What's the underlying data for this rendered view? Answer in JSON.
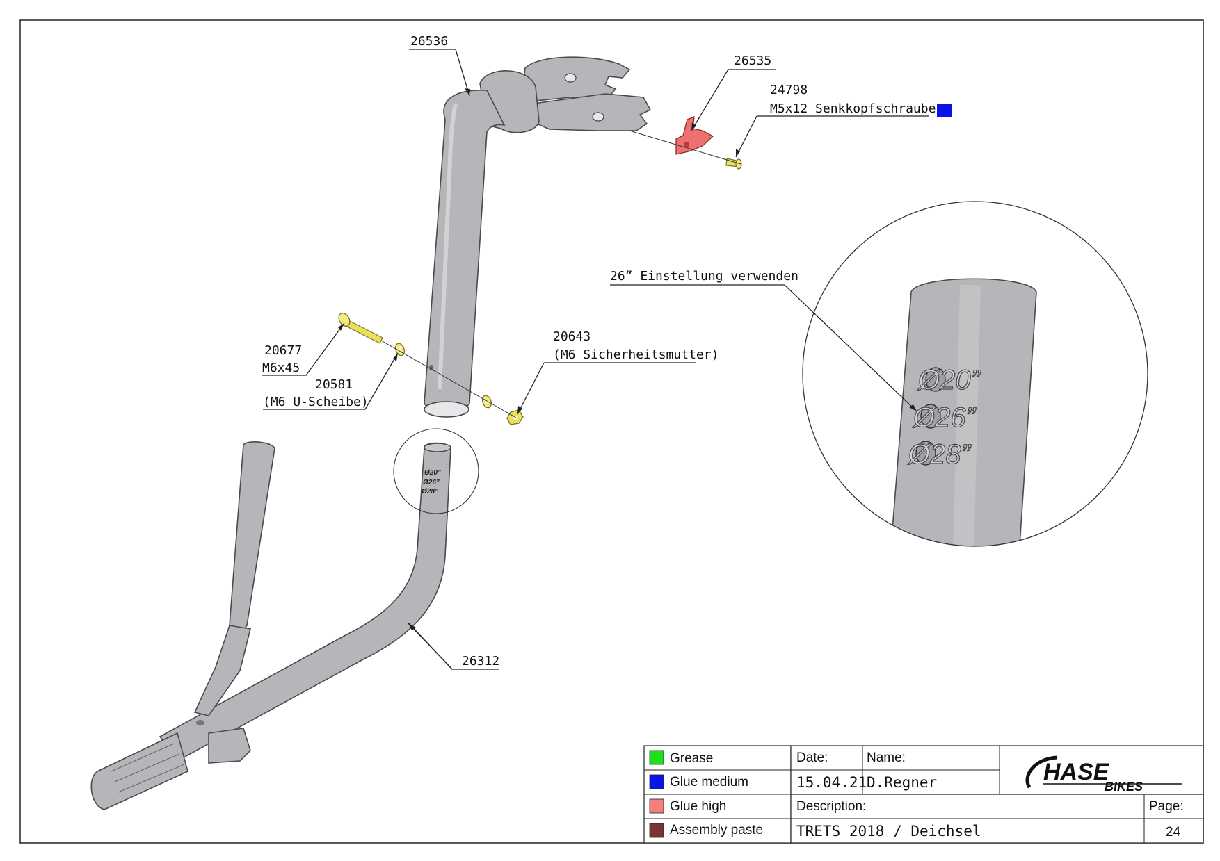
{
  "parts": {
    "p26536": "26536",
    "p26535": "26535",
    "p24798": "24798",
    "p24798_desc": "M5x12 Senkkopfschraube",
    "p20677": "20677",
    "p20677_desc": "M6x45",
    "p20581": "20581",
    "p20581_desc": "(M6 U-Scheibe)",
    "p20643": "20643",
    "p20643_desc": "(M6 Sicherheitsmutter)",
    "p26312": "26312",
    "note": "26” Einstellung verwenden"
  },
  "markings": [
    "Ø20”",
    "Ø26”",
    "Ø28”"
  ],
  "legend": [
    {
      "label": "Grease",
      "color": "#1be01b"
    },
    {
      "label": "Glue medium",
      "color": "#0a14e6"
    },
    {
      "label": "Glue high",
      "color": "#f47f7f"
    },
    {
      "label": "Assembly paste",
      "color": "#7a3434"
    }
  ],
  "title_block": {
    "date_label": "Date:",
    "date_value": "15.04.21",
    "name_label": "Name:",
    "name_value": "D.Regner",
    "description_label": "Description:",
    "description_value": "TRETS 2018 / Deichsel",
    "page_label": "Page:",
    "page_value": "24",
    "logo_main": "HASE",
    "logo_sub": "BIKES"
  },
  "colors": {
    "glue_medium_marker": "#0a14e6",
    "red_part": "#f07070",
    "hardware": "#e8e060",
    "tube": "#b4b6b9"
  }
}
